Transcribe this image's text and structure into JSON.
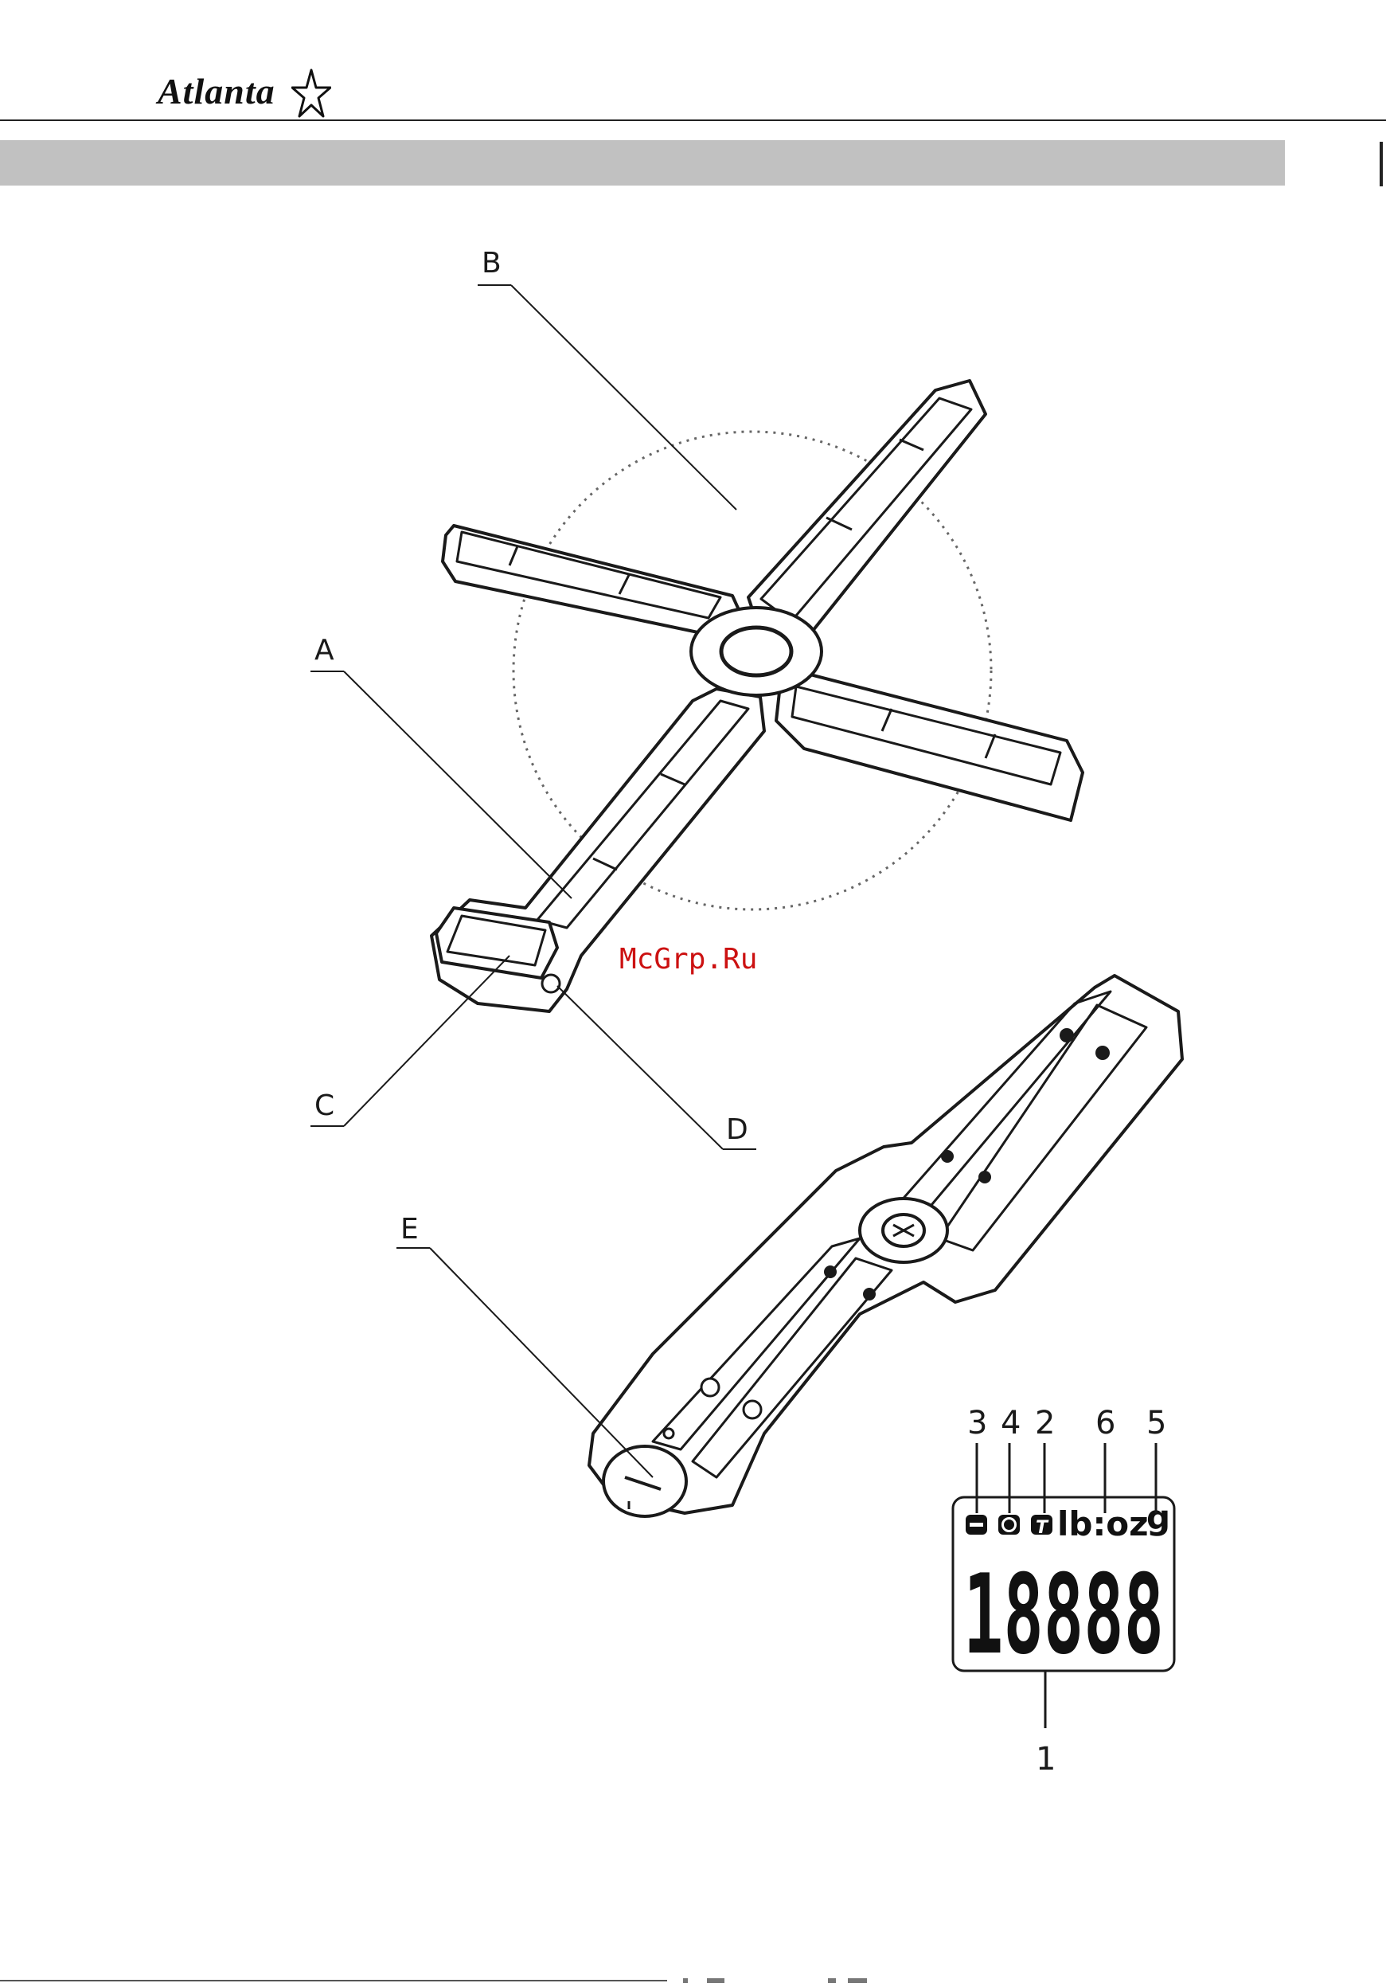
{
  "brand": {
    "name": "Atlanta"
  },
  "watermark": "McGrp.Ru",
  "callouts": {
    "a": "A",
    "b": "B",
    "c": "C",
    "d": "D",
    "e": "E"
  },
  "display_callouts": {
    "n1": "1",
    "n2": "2",
    "n3": "3",
    "n4": "4",
    "n5": "5",
    "n6": "6"
  },
  "lcd": {
    "unit_lb_oz": "lb:oz",
    "unit_g": "g",
    "tare_symbol": "T",
    "digits": "18888"
  },
  "colors": {
    "band": "#c1c1c1",
    "ink": "#1a1a1a",
    "watermark": "#cc1111"
  }
}
